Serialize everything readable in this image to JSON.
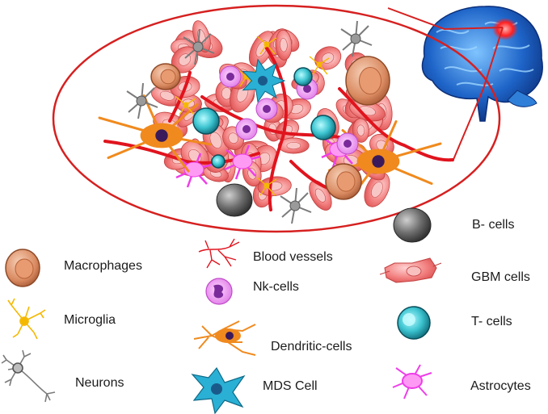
{
  "legend": {
    "macrophages": "Macrophages",
    "microglia": "Microglia",
    "neurons": "Neurons",
    "blood_vessels": "Blood vessels",
    "nk_cells": "Nk-cells",
    "dendritic_cells": "Dendritic-cells",
    "mds_cell": "MDS Cell",
    "b_cells": "B- cells",
    "gbm_cells": "GBM cells",
    "t_cells": "T- cells",
    "astrocytes": "Astrocytes"
  },
  "colors": {
    "ellipse_outline": "#d62020",
    "gbm": "#f07c7c",
    "macrophage": "#d98a60",
    "microglia": "#f5b800",
    "neuron": "#7b7b7b",
    "vessel": "#e0141e",
    "nk": "#e07be8",
    "dendritic": "#f08a1e",
    "mds": "#2ab0d4",
    "b_cell": "#5a5a5a",
    "t_cell": "#1a8a9a",
    "astrocyte": "#ee3ee8",
    "brain": "#1e64c8",
    "tumor_spot": "#ff2020"
  }
}
